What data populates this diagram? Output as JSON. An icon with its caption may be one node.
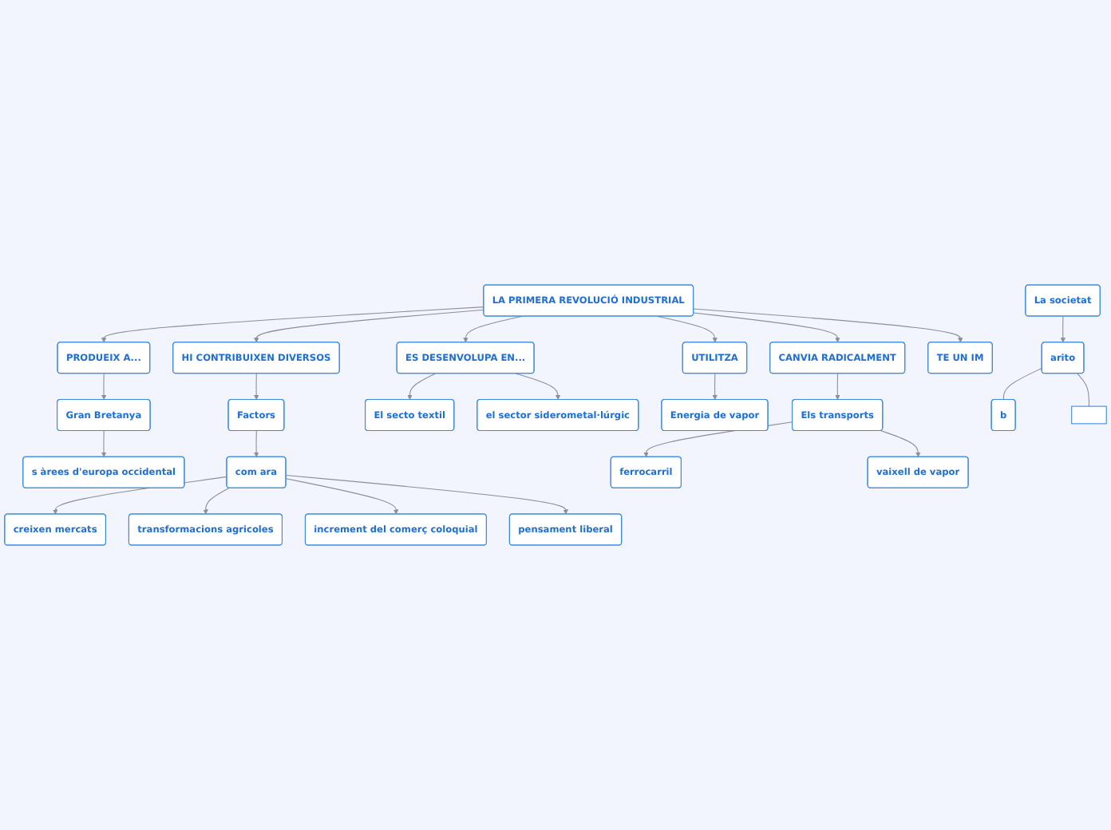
{
  "diagram": {
    "nodes": [
      {
        "text": [
          "LA PRIMERA REVOLUCIÓ INDUSTRIAL"
        ]
      },
      {
        "text": [
          "PRODUEIX A..."
        ]
      },
      {
        "text": [
          "Gran Bretanya"
        ]
      },
      {
        "text": [
          "s àrees d'europa occidental"
        ]
      },
      {
        "text": [
          "HI CONTRIBUIXEN DIVERSOS"
        ]
      },
      {
        "text": [
          "Factors"
        ]
      },
      {
        "text": [
          "com ara"
        ]
      },
      {
        "text": [
          "creixen mercats"
        ]
      },
      {
        "text": [
          "transformacions agricoles"
        ]
      },
      {
        "text": [
          "increment del comerç coloquial"
        ]
      },
      {
        "text": [
          "pensament liberal"
        ]
      },
      {
        "text": [
          "ES DESENVOLUPA EN..."
        ]
      },
      {
        "text": [
          "El secto textil"
        ]
      },
      {
        "text": [
          "el sector siderometal·lúrgic"
        ]
      },
      {
        "text": [
          "UTILITZA"
        ]
      },
      {
        "text": [
          "Energia de vapor"
        ]
      },
      {
        "text": [
          "CANVIA RADICALMENT"
        ]
      },
      {
        "text": [
          "Els transports"
        ]
      },
      {
        "text": [
          "ferrocarril"
        ]
      },
      {
        "text": [
          "vaixell de vapor"
        ]
      },
      {
        "text": [
          "TE UN IM"
        ]
      },
      {
        "text": [
          "La societat"
        ]
      },
      {
        "text": [
          "arito"
        ]
      },
      {
        "text": [
          "b"
        ]
      },
      {
        "text": [],
        "shape": "box"
      }
    ],
    "edges": [
      {
        "from": 0,
        "to": 1,
        "arrow": "to"
      },
      {
        "from": 1,
        "to": 2,
        "arrow": "to"
      },
      {
        "from": 2,
        "to": 3,
        "arrow": "to"
      },
      {
        "from": 0,
        "to": 4,
        "arrow": "to"
      },
      {
        "from": 4,
        "to": 5,
        "arrow": "to"
      },
      {
        "from": 5,
        "to": 6,
        "arrow": "to"
      },
      {
        "from": 6,
        "to": 7,
        "arrow": "to"
      },
      {
        "from": 6,
        "to": 8,
        "arrow": "to"
      },
      {
        "from": 6,
        "to": 9,
        "arrow": "to"
      },
      {
        "from": 6,
        "to": 10,
        "arrow": "to"
      },
      {
        "from": 0,
        "to": 11,
        "arrow": "to"
      },
      {
        "from": 11,
        "to": 12,
        "arrow": "to"
      },
      {
        "from": 11,
        "to": 13,
        "arrow": "to"
      },
      {
        "from": 0,
        "to": 14,
        "arrow": "to"
      },
      {
        "from": 14,
        "to": 15,
        "arrow": "to"
      },
      {
        "from": 0,
        "to": 16,
        "arrow": "to"
      },
      {
        "from": 16,
        "to": 17,
        "arrow": "to"
      },
      {
        "from": 17,
        "to": 18,
        "arrow": "to"
      },
      {
        "from": 17,
        "to": 19,
        "arrow": "to"
      },
      {
        "from": 0,
        "to": 20,
        "arrow": "to"
      },
      {
        "from": 21,
        "to": 22,
        "arrow": "to"
      },
      {
        "from": 22,
        "to": 23,
        "arrow": "none"
      },
      {
        "from": 22,
        "to": 24,
        "arrow": "none"
      }
    ]
  }
}
